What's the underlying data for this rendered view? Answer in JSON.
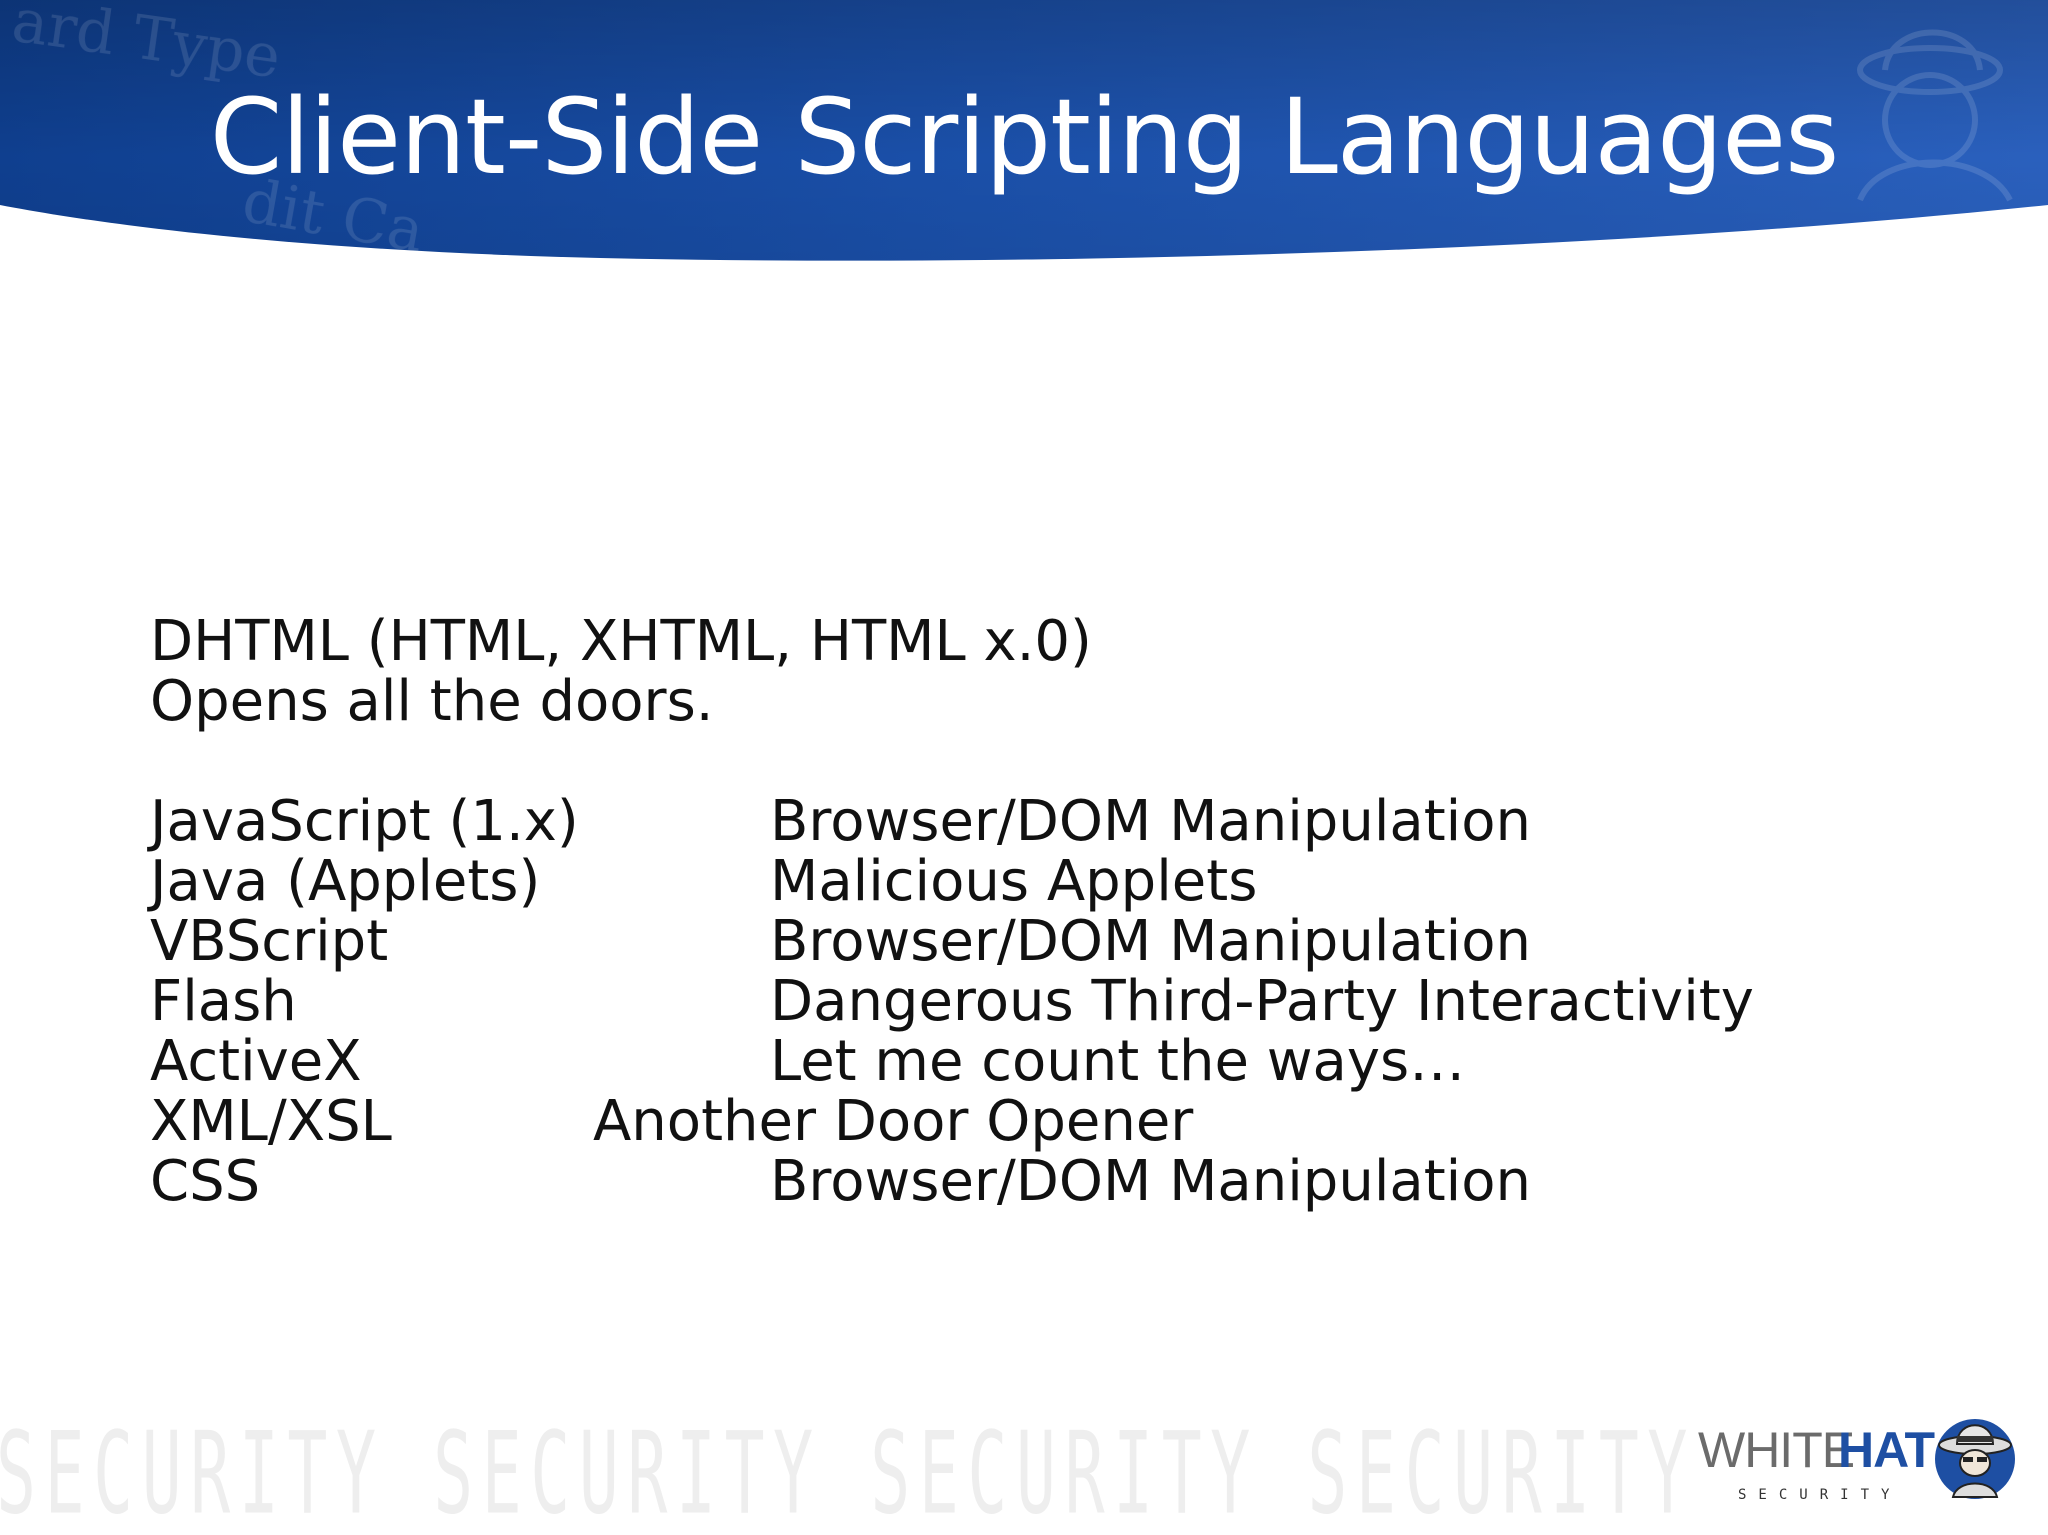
{
  "slide": {
    "title": "Client-Side Scripting Languages",
    "intro": [
      "DHTML (HTML, XHTML, HTML x.0)",
      "Opens all the doors."
    ],
    "rows": [
      {
        "lang": "JavaScript (1.x)",
        "desc": "Browser/DOM Manipulation"
      },
      {
        "lang": "Java (Applets)",
        "desc": "Malicious Applets"
      },
      {
        "lang": "VBScript",
        "desc": "Browser/DOM Manipulation"
      },
      {
        "lang": "Flash",
        "desc": "Dangerous Third-Party Interactivity"
      },
      {
        "lang": "ActiveX",
        "desc": "Let me count the ways…"
      },
      {
        "lang": "XML/XSL",
        "desc": "Another Door Opener"
      },
      {
        "lang": "CSS",
        "desc": "Browser/DOM Manipulation"
      }
    ]
  },
  "footer": {
    "watermark": "SECURITY SECURITY SECURITY SECURITY",
    "logo": {
      "white": "WHITE",
      "hat": "HAT",
      "sub": "SECURITY",
      "icon": "hatted-figure-icon"
    }
  },
  "colors": {
    "header_dark": "#0d3d8c",
    "header_mid": "#1e56b5",
    "header_light": "#3a74cc",
    "title_text": "#ffffff",
    "body_text": "#111111",
    "watermark": "#eeeeee",
    "logo_grey": "#6b6b6b",
    "logo_blue": "#1e4fa3"
  }
}
